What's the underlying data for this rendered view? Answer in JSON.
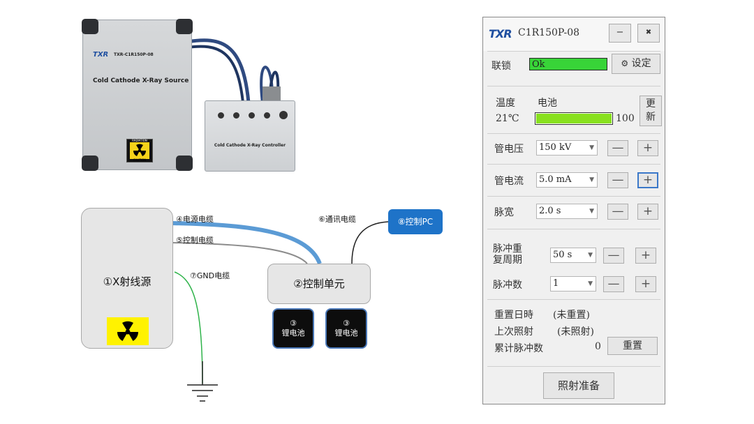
{
  "photo": {
    "source_logo": "TXR",
    "source_model": "TXR-C1R150P-08",
    "source_title": "Cold Cathode X-Ray Source",
    "radiation_top": "RADIATION",
    "radiation_bottom": "CAUTION",
    "controller_title": "Cold Cathode X-Ray Controller"
  },
  "diagram": {
    "xray_source": "①X射线源",
    "control_unit": "②控制单元",
    "battery_num": "③",
    "battery_label": "锂电池",
    "power_cable": "④电源电缆",
    "control_cable": "⑤控制电缆",
    "comm_cable": "⑥通讯电缆",
    "gnd_cable": "⑦GND电缆",
    "control_pc": "⑧控制PC",
    "colors": {
      "power_cable": "#5b9bd5",
      "control_cable": "#8c8c8c",
      "gnd_cable": "#2fb34a",
      "pc": "#1e73c8"
    }
  },
  "app": {
    "logo": "TXR",
    "title": "C1R150P-08",
    "minimize": "−",
    "close": "✖",
    "interlock_label": "联锁",
    "interlock_value": "Ok",
    "settings_icon": "⚙",
    "settings_label": "设定",
    "temperature_label": "温度",
    "temperature_value": "21℃",
    "battery_label": "电池",
    "battery_value": "100",
    "battery_level": 1.0,
    "refresh_label_1": "更",
    "refresh_label_2": "新",
    "voltage_label": "管电压",
    "voltage_value": "150 kV",
    "current_label": "管电流",
    "current_value": "5.0 mA",
    "pulse_width_label": "脉宽",
    "pulse_width_value": "2.0 s",
    "pulse_period_label_1": "脉冲重",
    "pulse_period_label_2": "复周期",
    "pulse_period_value": "50 s",
    "pulse_count_label": "脉冲数",
    "pulse_count_value": "1",
    "minus": "—",
    "plus": "+",
    "reset_time_label": "重置日時",
    "reset_time_value": "(未重置)",
    "last_exposure_label": "上次照射",
    "last_exposure_value": "(未照射)",
    "total_pulses_label": "累计脉冲数",
    "total_pulses_value": "0",
    "reset_button": "重置",
    "ready_button": "照射准备"
  }
}
